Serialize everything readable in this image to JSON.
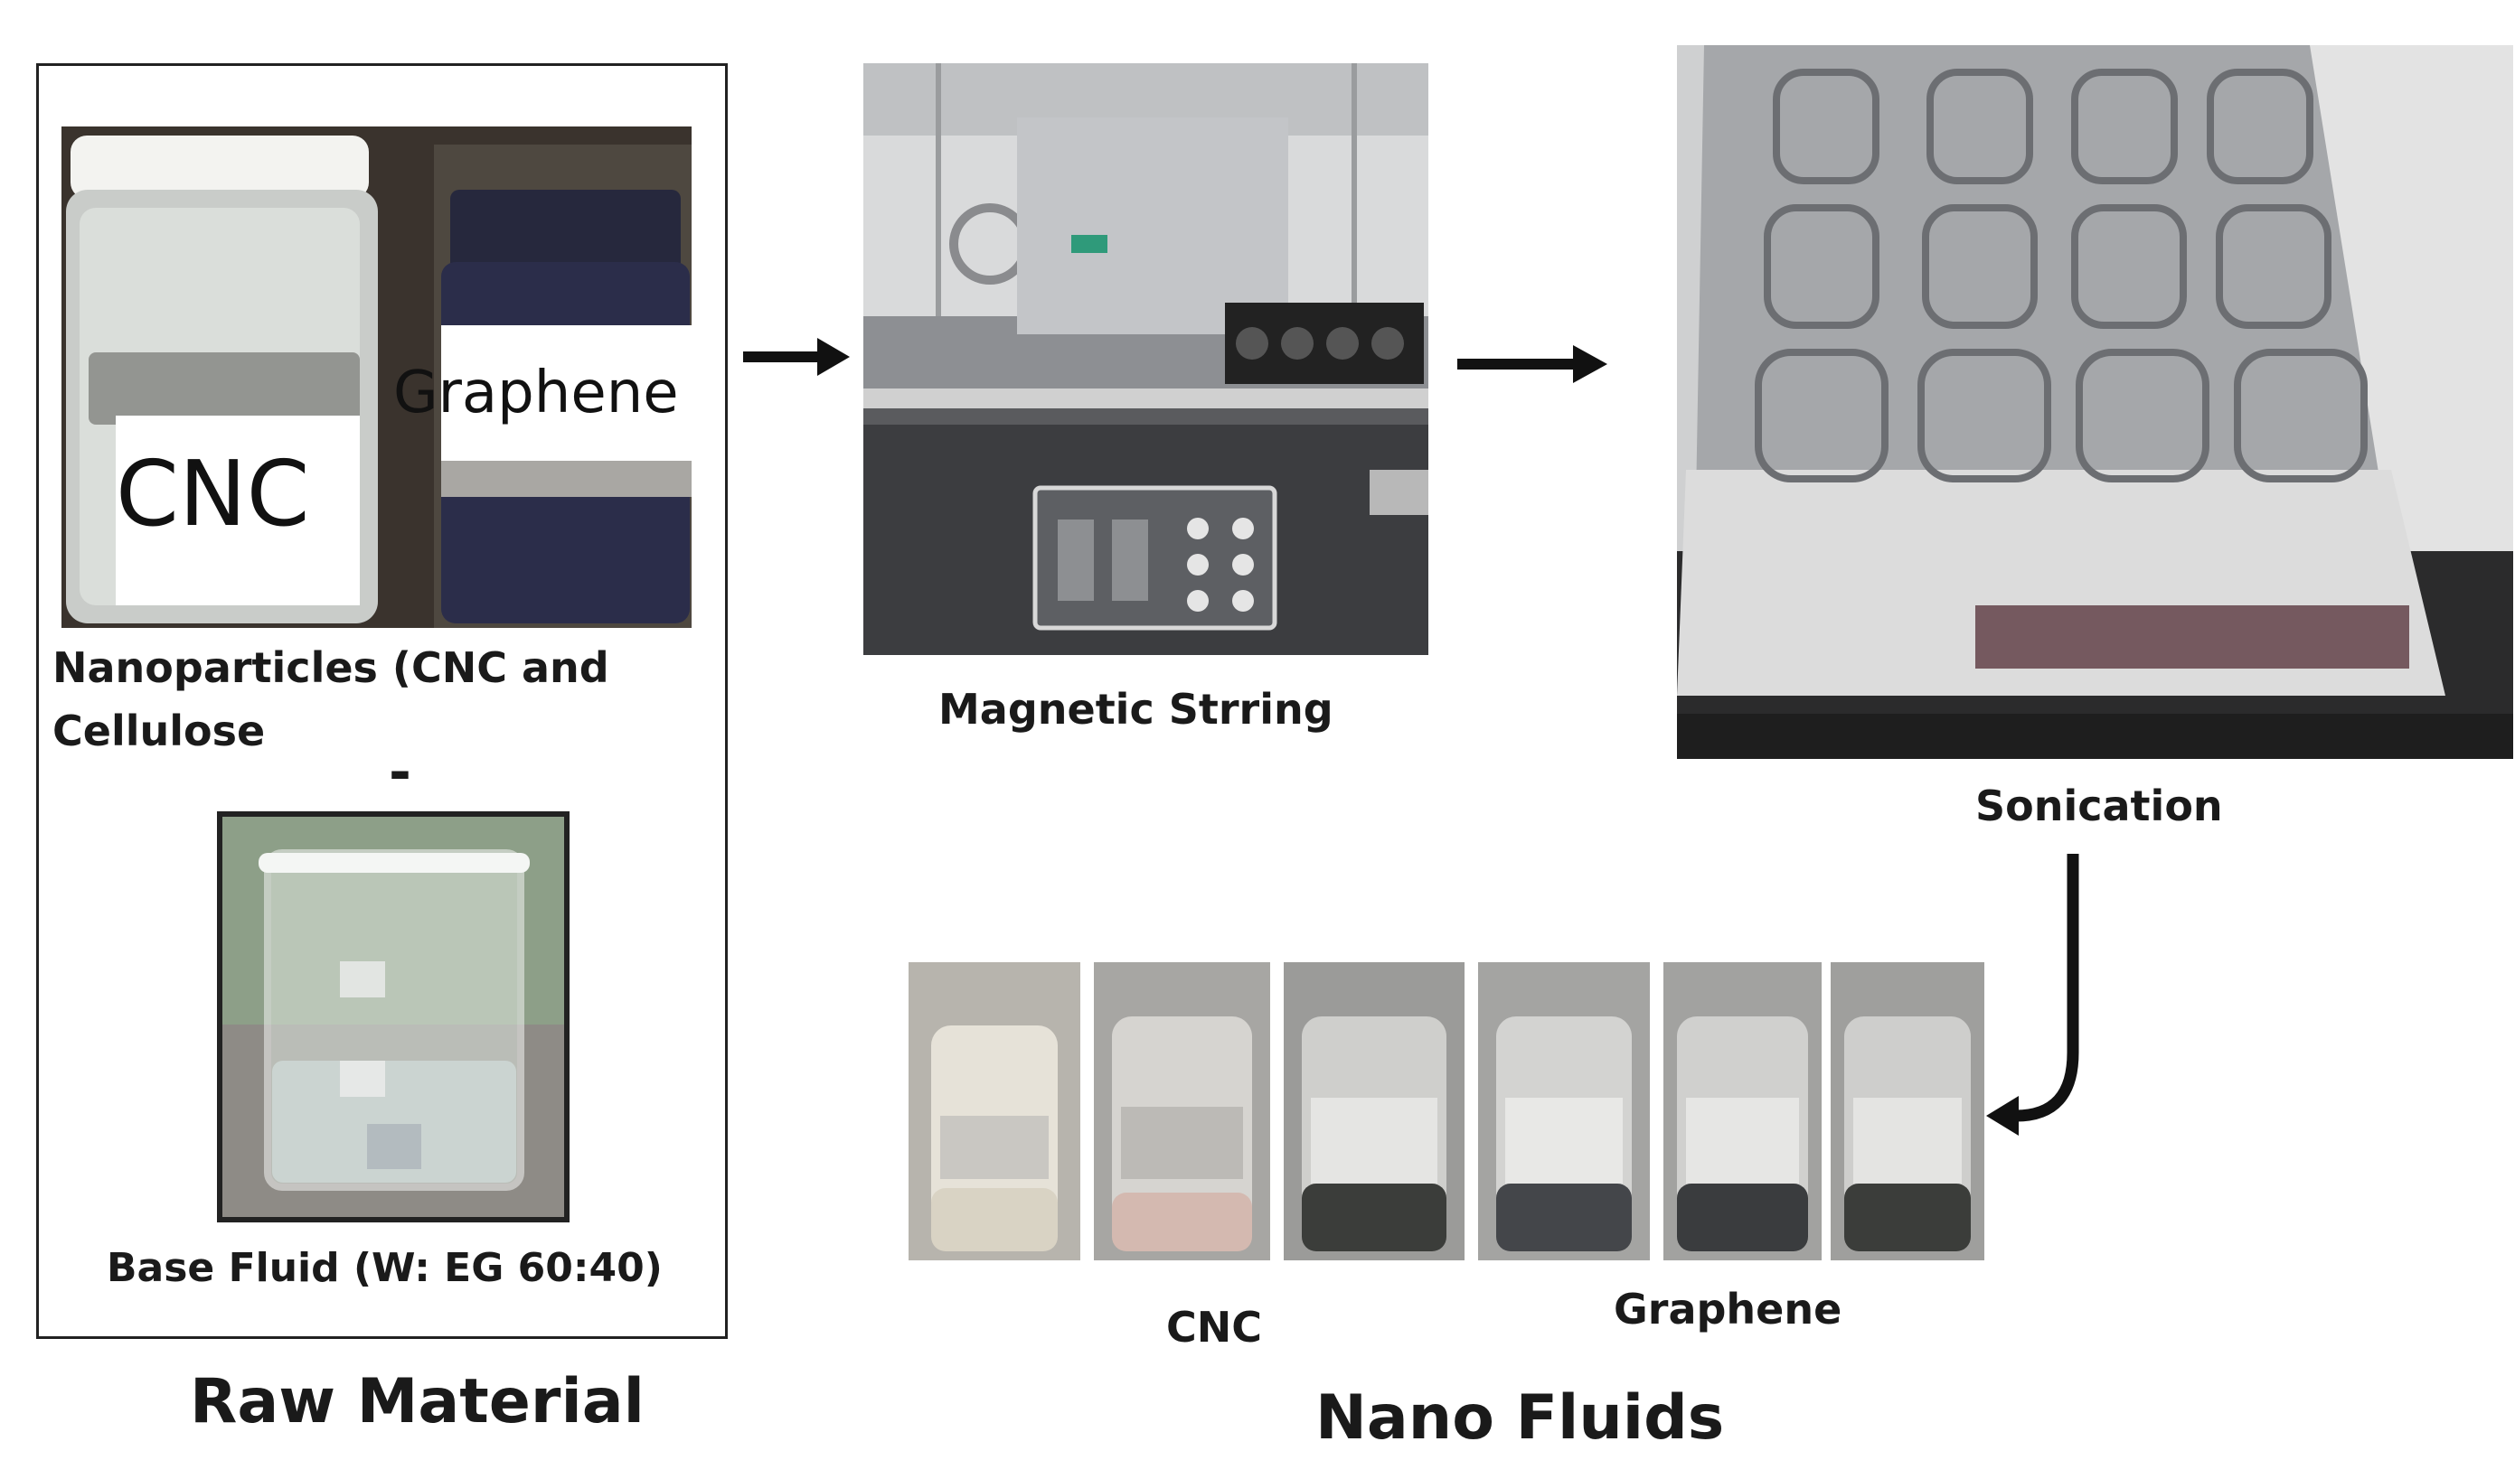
{
  "raw_material": {
    "title": "Raw Material",
    "nanoparticles_caption_line1": "Nanoparticles (CNC and",
    "nanoparticles_caption_line2": "Cellulose",
    "cnc_jar_label": "CNC",
    "graphene_jar_label": "Graphene",
    "separator": "-",
    "base_fluid_caption": "Base Fluid (W: EG 60:40)"
  },
  "steps": {
    "magnetic_caption": "Magnetic Strring",
    "sonication_caption": "Sonication"
  },
  "nano_fluids": {
    "title": "Nano Fluids",
    "cnc_caption": "CNC",
    "graphene_caption": "Graphene"
  },
  "colors": {
    "cnc_vial_liquid": "#d9d3c4",
    "graphene_vial_liquid": "#3b3d3a",
    "graphene_jar": "#2b2d4a",
    "beaker_background": "#8d9f88"
  }
}
